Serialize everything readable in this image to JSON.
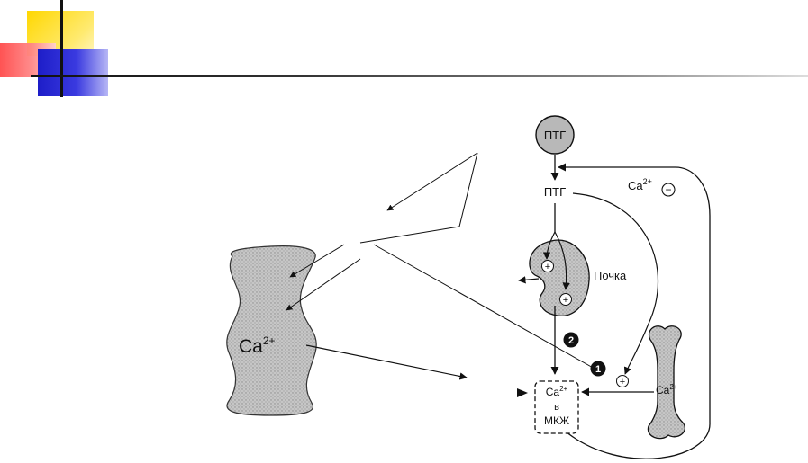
{
  "labels": {
    "ptg_gland": "ПТГ",
    "ptg_hormone": "ПТГ",
    "ca_feedback": "Ca",
    "ca_feedback_sup": "2+",
    "kidney": "Почка",
    "tubule_ca": "Ca",
    "tubule_ca_sup": "2+",
    "ecf_line1": "Ca",
    "ecf_line1_sup": "2+",
    "ecf_line2": "в",
    "ecf_line3": "МКЖ",
    "bone_ca": "Ca",
    "bone_ca_sup": "2+",
    "marker_1": "1",
    "marker_2": "2",
    "plus": "+",
    "minus": "−"
  },
  "colors": {
    "accent_yellow": "#ffd700",
    "accent_red": "#ff4a4a",
    "accent_blue": "#1d1dc8",
    "gland_fill": "#b8b8b8",
    "kidney_fill": "#b0b0b0",
    "tubule_fill": "#c4c4c4"
  }
}
